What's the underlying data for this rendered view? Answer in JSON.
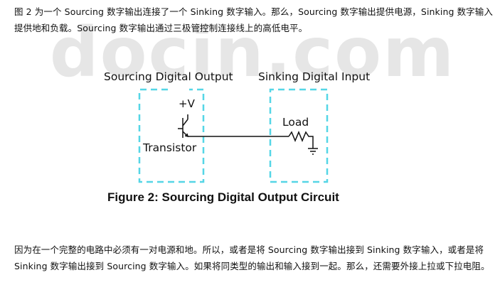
{
  "doc": {
    "paragraph1": "图 2 为一个 Sourcing 数字输出连接了一个 Sinking 数字输入。那么，Sourcing 数字输出提供电源，Sinking 数字输入提供地和负载。Sourcing 数字输出通过三极管控制连接线上的高低电平。",
    "paragraph2": "因为在一个完整的电路中必须有一对电源和地。所以，或者是将 Sourcing 数字输出接到 Sinking 数字输入，或者是将 Sinking 数字输出接到 Sourcing 数字输入。如果将同类型的输出和输入接到一起。那么，还需要外接上拉或下拉电阻。",
    "watermark": "docin.com"
  },
  "figure": {
    "sourcing_label": "Sourcing Digital Output",
    "sinking_label": "Sinking Digital Input",
    "supply_label": "+V",
    "load_label": "Load",
    "transistor_label": "Transistor",
    "caption": "Figure 2: Sourcing Digital Output Circuit",
    "box_color": "#55d6e6"
  }
}
